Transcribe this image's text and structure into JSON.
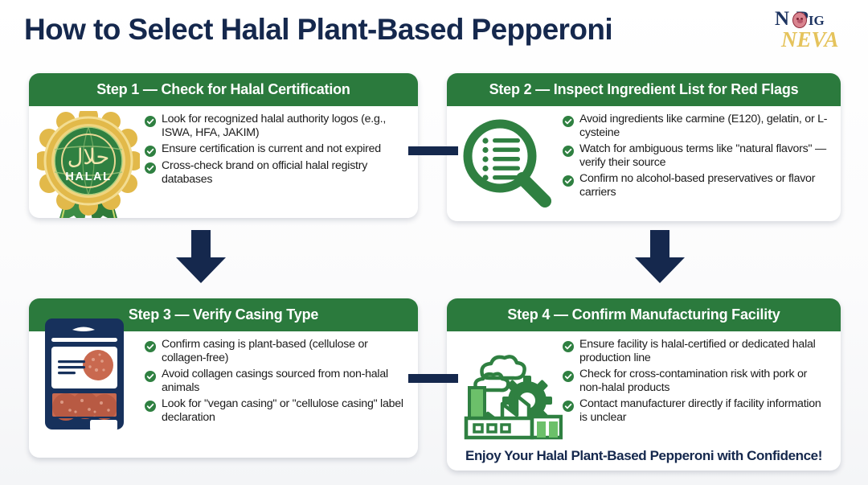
{
  "page": {
    "title": "How to Select Halal Plant-Based Pepperoni",
    "background_color": "#ffffff",
    "accent_green": "#2b7a3d",
    "accent_navy": "#15284d",
    "accent_gold": "#e5c35c"
  },
  "logo": {
    "name": "no-pig-neva-logo",
    "line1_a": "N",
    "line1_b": "o",
    "line1_c": "P",
    "line1_d": "IG",
    "line2": "NEVA"
  },
  "cards": [
    {
      "id": "step-1",
      "header": "Step 1 — Check for Halal Certification",
      "icon": "halal-certification-badge-icon",
      "bullets": [
        "Look for recognized halal authority logos (e.g., ISWA, HFA, JAKIM)",
        "Ensure certification is current and not expired",
        "Cross-check brand on official halal registry databases"
      ]
    },
    {
      "id": "step-2",
      "header": "Step 2 — Inspect Ingredient List for Red Flags",
      "icon": "magnifying-glass-list-icon",
      "bullets": [
        "Avoid ingredients like carmine (E120), gelatin, or L-cysteine",
        "Watch for ambiguous terms like \"natural flavors\" — verify their source",
        "Confirm no alcohol-based preservatives or flavor carriers"
      ]
    },
    {
      "id": "step-3",
      "header": "Step 3 — Verify Casing Type",
      "icon": "pepperoni-package-icon",
      "bullets": [
        "Confirm casing is plant-based (cellulose or collagen-free)",
        "Avoid collagen casings sourced from non-halal animals",
        "Look for \"vegan casing\" or \"cellulose casing\" label declaration"
      ]
    },
    {
      "id": "step-4",
      "header": "Step 4 — Confirm Manufacturing Facility",
      "icon": "factory-gear-icon",
      "bullets": [
        "Ensure facility is halal-certified or dedicated halal production line",
        "Check for cross-contamination risk with pork or non-halal products",
        "Contact manufacturer directly if facility information is unclear"
      ],
      "tagline": "Enjoy Your Halal Plant-Based Pepperoni with Confidence!"
    }
  ],
  "halal_badge": {
    "arabic": "حلال",
    "label": "HALAL"
  },
  "connectors": [
    {
      "name": "connector-step1-to-step2",
      "type": "horizontal"
    },
    {
      "name": "connector-step1-to-step3",
      "type": "arrow-down"
    },
    {
      "name": "connector-step2-to-step4",
      "type": "arrow-down"
    },
    {
      "name": "connector-step3-to-step4",
      "type": "horizontal"
    }
  ]
}
